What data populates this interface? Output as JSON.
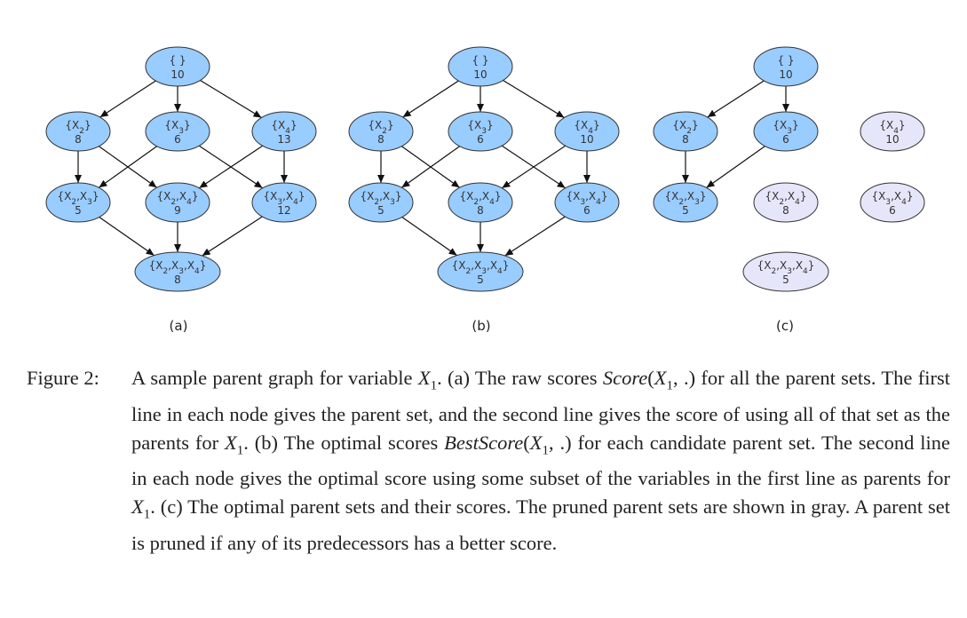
{
  "colors": {
    "node_fill": "#99ccff",
    "pruned_fill": "#e6e6fa",
    "stroke": "#333333"
  },
  "panels": [
    {
      "label": "(a)",
      "nodes": [
        {
          "set": "{ }",
          "score": "10"
        },
        {
          "set": "{X2}",
          "score": "8"
        },
        {
          "set": "{X3}",
          "score": "6"
        },
        {
          "set": "{X4}",
          "score": "13"
        },
        {
          "set": "{X2,X3}",
          "score": "5"
        },
        {
          "set": "{X2,X4}",
          "score": "9"
        },
        {
          "set": "{X3,X4}",
          "score": "12"
        },
        {
          "set": "{X2,X3,X4}",
          "score": "8"
        }
      ]
    },
    {
      "label": "(b)",
      "nodes": [
        {
          "set": "{ }",
          "score": "10"
        },
        {
          "set": "{X2}",
          "score": "8"
        },
        {
          "set": "{X3}",
          "score": "6"
        },
        {
          "set": "{X4}",
          "score": "10"
        },
        {
          "set": "{X2,X3}",
          "score": "5"
        },
        {
          "set": "{X2,X4}",
          "score": "8"
        },
        {
          "set": "{X3,X4}",
          "score": "6"
        },
        {
          "set": "{X2,X3,X4}",
          "score": "5"
        }
      ]
    },
    {
      "label": "(c)",
      "nodes": [
        {
          "set": "{ }",
          "score": "10"
        },
        {
          "set": "{X2}",
          "score": "8"
        },
        {
          "set": "{X3}",
          "score": "6"
        },
        {
          "set": "{X4}",
          "score": "10",
          "pruned": true
        },
        {
          "set": "{X2,X3}",
          "score": "5"
        },
        {
          "set": "{X2,X4}",
          "score": "8",
          "pruned": true
        },
        {
          "set": "{X3,X4}",
          "score": "6",
          "pruned": true
        },
        {
          "set": "{X2,X3,X4}",
          "score": "5",
          "pruned": true
        }
      ]
    }
  ],
  "caption": {
    "label": "Figure 2:",
    "s1": "A sample parent graph for variable ",
    "x1": "X",
    "x1sub": "1",
    "s2": ". (a) The raw scores ",
    "score_fn": "Score",
    "s3": "(",
    "s4": ", .) for all the parent sets. The first line in each node gives the parent set, and the second line gives the score of using all of that set as the parents for ",
    "s5": ". (b) The optimal scores ",
    "best_fn": "BestScore",
    "s6": "(",
    "s7": ", .) for each candidate parent set. The second line in each node gives the optimal score using some subset of the variables in the first line as parents for ",
    "s8": ". (c) The optimal parent sets and their scores. The pruned parent sets are shown in gray. A parent set is pruned if any of its predecessors has a better score."
  }
}
